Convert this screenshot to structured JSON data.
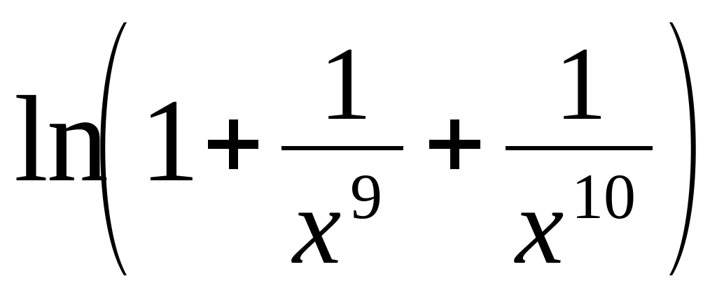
{
  "expression": {
    "function_name": "ln",
    "constant_term": "1",
    "operator_1": "+",
    "operator_2": "+",
    "fraction_1": {
      "numerator": "1",
      "variable": "x",
      "exponent": "9"
    },
    "fraction_2": {
      "numerator": "1",
      "variable": "x",
      "exponent": "10"
    }
  },
  "colors": {
    "foreground": "#000000",
    "background": "#ffffff"
  }
}
